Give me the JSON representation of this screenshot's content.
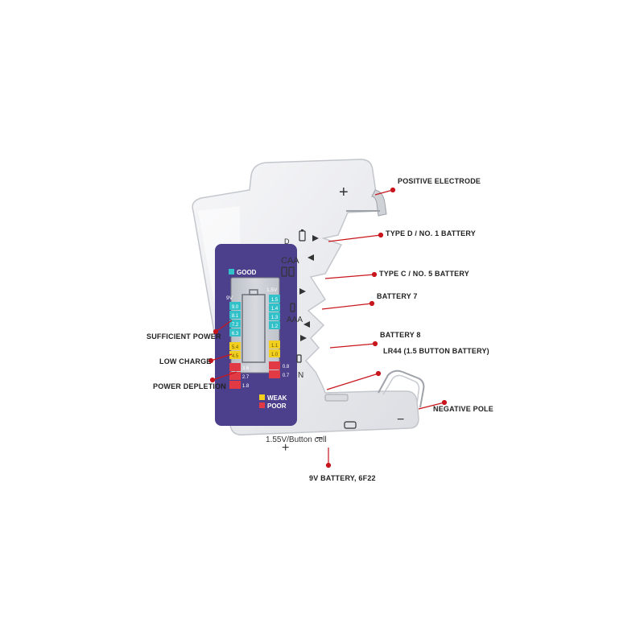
{
  "callouts": {
    "positive_electrode": "POSITIVE ELECTRODE",
    "type_d": "TYPE D / NO. 1 BATTERY",
    "type_c": "TYPE C / NO. 5 BATTERY",
    "battery_7": "BATTERY 7",
    "battery_8": "BATTERY 8",
    "lr44": "LR44 (1.5 BUTTON BATTERY)",
    "negative_pole": "NEGATIVE POLE",
    "nine_volt": "9V BATTERY, 6F22",
    "sufficient_power": "SUFFICIENT POWER",
    "low_charge": "LOW CHARGE",
    "power_depletion": "POWER DEPLETION"
  },
  "device": {
    "plus_top": "+",
    "slot_d": "D",
    "slot_caa": "CAA",
    "slot_aaa": "AAA",
    "slot_n": "N",
    "bottom_label": "1.55V/Button cell",
    "bottom_plus": "+",
    "bottom_minus": "−",
    "right_minus": "−"
  },
  "display": {
    "good": "GOOD",
    "col_9v": "9V",
    "col_15v": "1.5V",
    "scale_9v": [
      "9.0",
      "8.1",
      "7.2",
      "6.3",
      "5.4",
      "4.5",
      "3.6",
      "2.7",
      "1.8"
    ],
    "scale_15v": [
      "1.5",
      "1.4",
      "1.3",
      "1.2",
      "1.1",
      "1.0",
      "0.8",
      "0.7"
    ],
    "weak": "WEAK",
    "poor": "POOR"
  },
  "colors": {
    "good": "#33c1c9",
    "weak": "#f2cf1f",
    "poor": "#e23a45",
    "panel": "#4c3f8c",
    "lcd": "#c9cdd3",
    "body": "#ecedf0",
    "pointer": "#c8161d"
  },
  "icons": [
    "battery-d-icon",
    "battery-c-icon",
    "battery-aaa-icon",
    "battery-n-icon",
    "arrow-icon",
    "button-cell-icon",
    "lcd-battery-icon"
  ]
}
